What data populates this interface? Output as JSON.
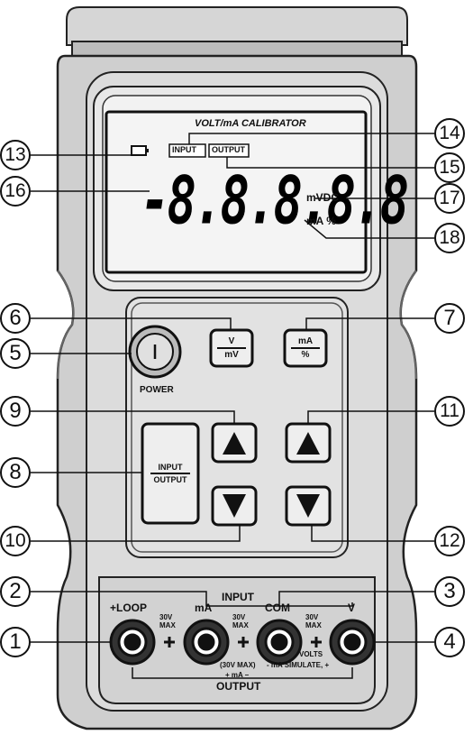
{
  "title": "VOLT/mA CALIBRATOR",
  "display": {
    "input_tag": "INPUT",
    "output_tag": "OUTPUT",
    "digits": "-8.8.8.8.8",
    "unit_top": "mVDC",
    "unit_bottom": "mA %"
  },
  "keys": {
    "v_mv": {
      "top": "V",
      "bottom": "mV"
    },
    "ma_pct": {
      "top": "mA",
      "bottom": "%"
    },
    "input_output": {
      "top": "INPUT",
      "bottom": "OUTPUT"
    }
  },
  "power_label": "POWER",
  "terminals": {
    "input_label": "INPUT",
    "output_label": "OUTPUT",
    "loop": "+LOOP",
    "ma": "mA",
    "com": "COM",
    "v": "V",
    "max_top": "30V",
    "max_bottom": "MAX",
    "volts": "VOLTS",
    "max_30v": "(30V MAX)",
    "ma_pair": "+ mA –",
    "ma_simulate": "- mA SIMULATE, +"
  },
  "callouts": [
    "1",
    "2",
    "3",
    "4",
    "5",
    "6",
    "7",
    "8",
    "9",
    "10",
    "11",
    "12",
    "13",
    "14",
    "15",
    "16",
    "17",
    "18"
  ]
}
